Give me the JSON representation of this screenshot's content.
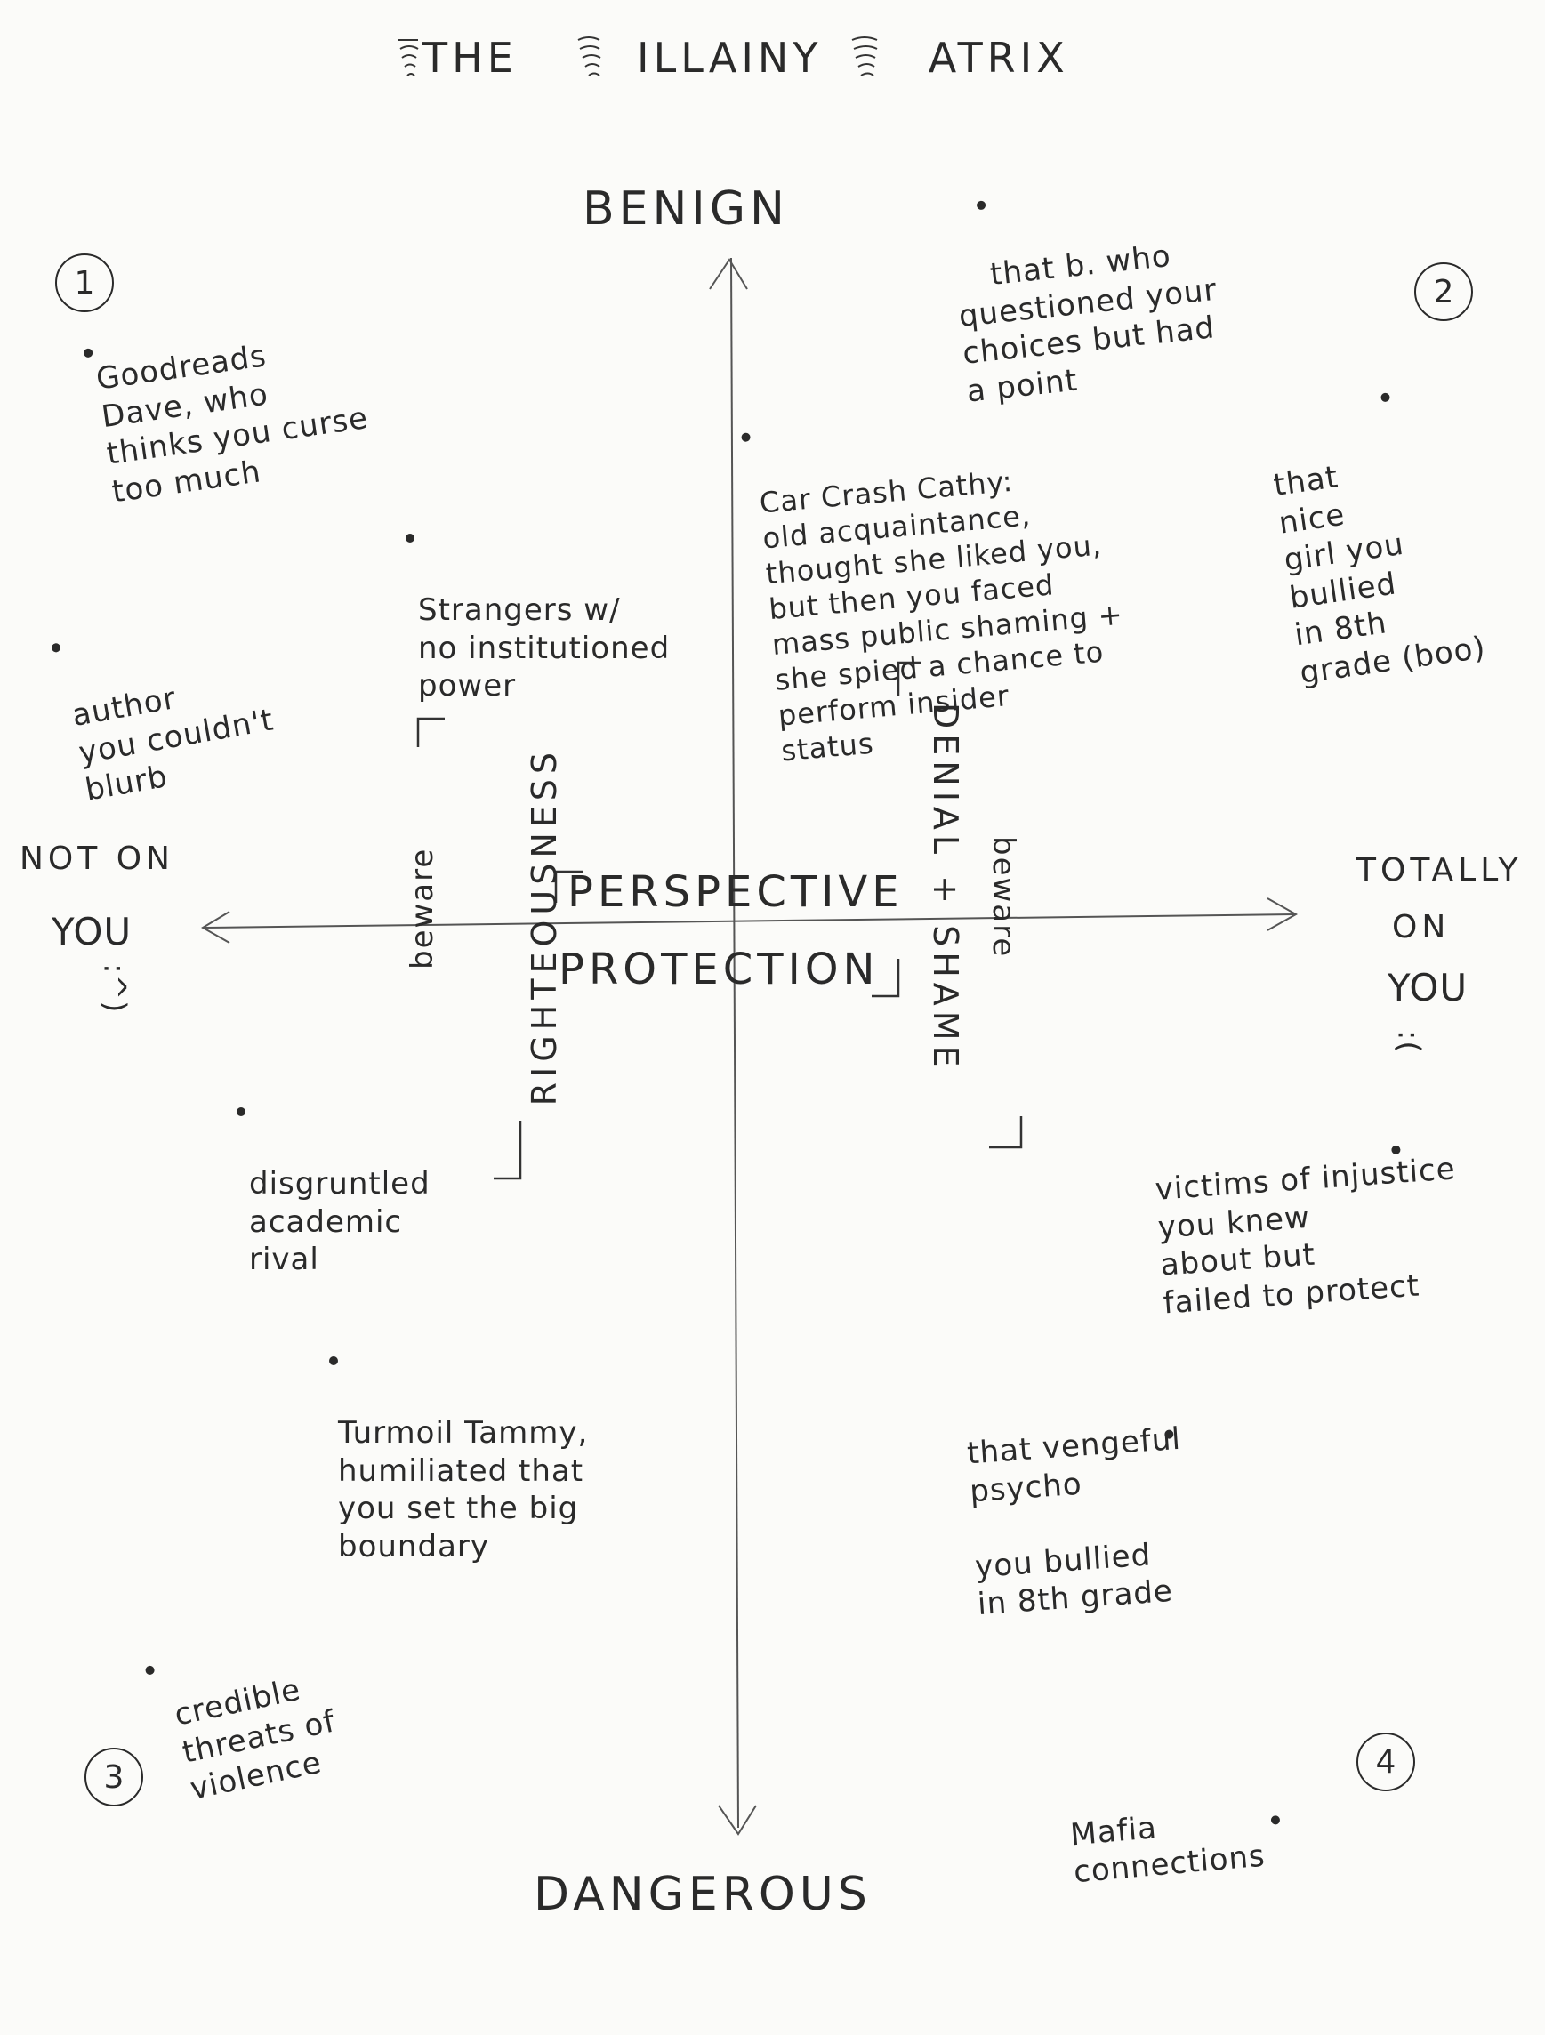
{
  "title": {
    "part1": "THE",
    "part2": "ILLAINY",
    "part3": "ATRIX"
  },
  "axes": {
    "top": "BENIGN",
    "bottom": "DANGEROUS",
    "left_line1": "NOT ON",
    "left_line2": "YOU",
    "left_face": ":^)",
    "right_line1": "TOTALLY",
    "right_line2": "ON",
    "right_line3": "YOU",
    "right_face": ":("
  },
  "quadrant_numbers": [
    "1",
    "2",
    "3",
    "4"
  ],
  "center": {
    "line1": "PERSPECTIVE",
    "line2": "PROTECTION"
  },
  "beware_labels": {
    "left_beware": "beware",
    "left_word": "RIGHTEOUSNESS",
    "right_beware": "beware",
    "right_word": "DENIAL + SHAME"
  },
  "notes": {
    "goodreads": "Goodreads\nDave, who\nthinks you curse\ntoo much",
    "author": "author\nyou couldn't\nblurb",
    "strangers": "Strangers w/\nno institutioned\npower",
    "disgruntled": "disgruntled\nacademic\nrival",
    "turmoil": "Turmoil Tammy,\nhumiliated that\nyou set the big\n        boundary",
    "credible": "credible\nthreats of\nviolence",
    "that_b": "that b. who\nquestioned your\n    choices but had\n        a point",
    "cathy": "Car Crash Cathy:\nold acquaintance,\nthought she liked you,\nbut then you faced\nmass public shaming +\nshe spied a chance to\n    perform insider\n        status",
    "nice_girl": "that\nnice\n  girl you\n      bullied\n  in 8th\n  grade (boo)",
    "victims": "victims of injustice\nyou knew\nabout but\nfailed to protect",
    "vengeful": "that vengeful\npsycho\n\nyou bullied\nin 8th grade",
    "mafia": "Mafia\nconnections"
  }
}
